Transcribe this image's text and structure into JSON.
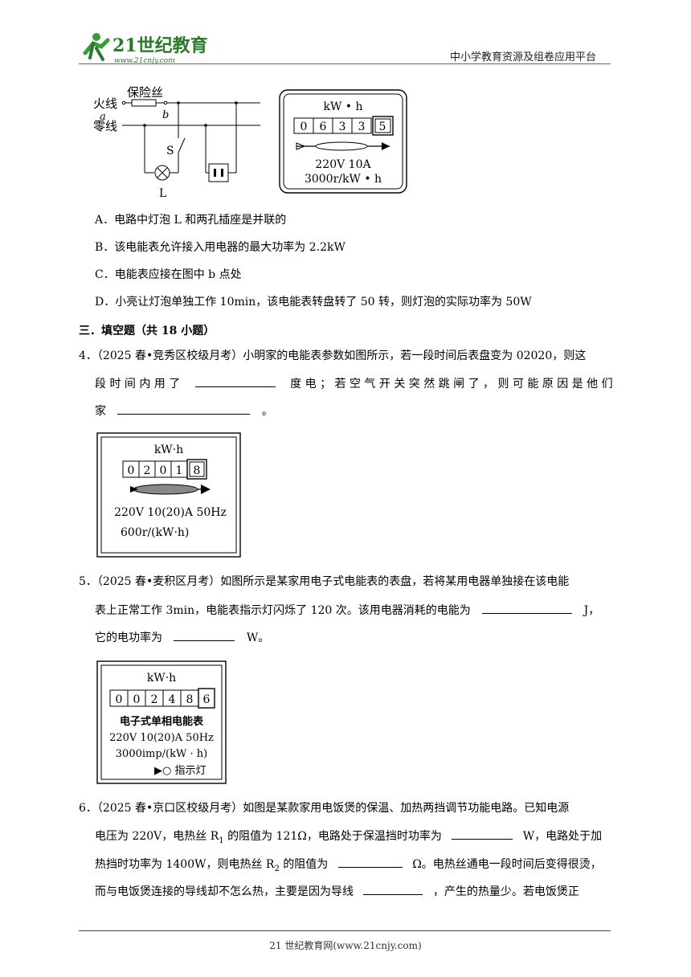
{
  "header": {
    "logo_text": "21世纪教育",
    "logo_url": "www.21cnjy.com",
    "right_text": "中小学教育资源及组卷应用平台"
  },
  "figure1": {
    "circuit": {
      "fuse_label": "保险丝",
      "live_label": "火线",
      "neutral_label": "零线",
      "point_a": "a",
      "point_b": "b",
      "switch_label": "S",
      "lamp_label": "L"
    },
    "meter": {
      "unit": "kW • h",
      "digits": [
        "0",
        "6",
        "3",
        "3",
        "5"
      ],
      "rating": "220V   10A",
      "rev": "3000r/kW • h"
    }
  },
  "options": {
    "a": "A．电路中灯泡 L 和两孔插座是并联的",
    "b": "B．该电能表允许接入用电器的最大功率为 2.2kW",
    "c": "C．电能表应接在图中 b 点处",
    "d": "D．小亮让灯泡单独工作 10min，该电能表转盘转了 50 转，则灯泡的实际功率为 50W"
  },
  "section3": "三．填空题（共 18 小题）",
  "q4": {
    "line1": "4．（2025 春•竞秀区校级月考）小明家的电能表参数如图所示，若一段时间后表盘变为 02020，则这",
    "line2a": "段 时 间 内 用 了",
    "line2b": "度 电 ； 若 空 气 开 关 突 然 跳 闸 了 ， 则 可 能 原 因 是 他 们",
    "line3a": "家",
    "line3b": "。",
    "meter": {
      "unit": "kW·h",
      "digits": [
        "0",
        "2",
        "0",
        "1",
        "8"
      ],
      "rating": "220V 10(20)A  50Hz",
      "rev": "600r/(kW·h)"
    }
  },
  "q5": {
    "line1": "5．（2025 春•麦积区月考）如图所示是某家用电子式电能表的表盘，若将某用电器单独接在该电能",
    "line2a": "表上正常工作 3min，电能表指示灯闪烁了 120 次。该用电器消耗的电能为",
    "line2b": "J，",
    "line3a": "它的电功率为",
    "line3b": "W。",
    "meter": {
      "unit": "kW·h",
      "digits": [
        "0",
        "0",
        "2",
        "4",
        "8",
        "6"
      ],
      "type": "电子式单相电能表",
      "rating": "220V 10(20)A 50Hz",
      "imp": "3000imp/(kW · h)",
      "indicator": "▶○ 指示灯"
    }
  },
  "q6": {
    "line1": "6．（2025 春•京口区校级月考）如图是某款家用电饭煲的保温、加热两挡调节功能电路。已知电源",
    "line2a": "电压为 220V，电热丝 R",
    "line2sub": "1",
    "line2b": " 的阻值为 121Ω，电路处于保温挡时功率为",
    "line2c": "W，电路处于加",
    "line3a": "热挡时功率为 1400W，则电热丝 R",
    "line3sub": "2",
    "line3b": " 的阻值为",
    "line3c": "Ω。电热丝通电一段时间后变得很烫，",
    "line4a": "而与电饭煲连接的导线却不怎么热，主要是因为导线",
    "line4b": "，产生的热量少。若电饭煲正"
  },
  "footer": "21 世纪教育网(www.21cnjy.com)"
}
